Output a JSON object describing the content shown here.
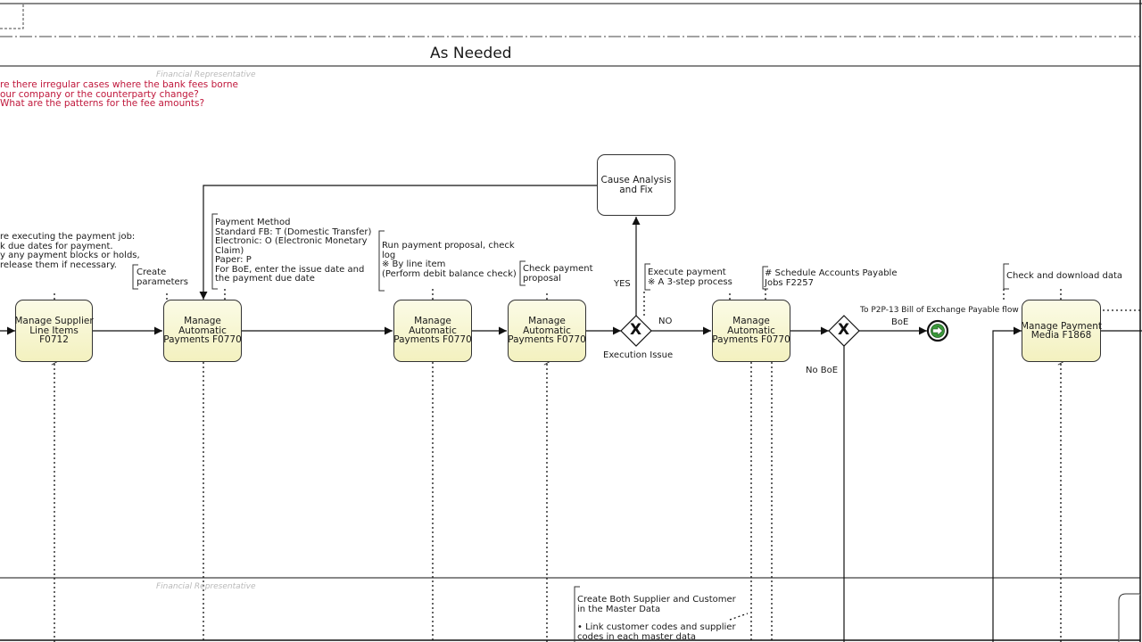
{
  "header": {
    "title": "As Needed"
  },
  "lanes": {
    "top_label": "Financial Representative",
    "bottom_label": "Financial Representative"
  },
  "question_note": "re there irregular cases where the bank fees borne\nour company or the counterparty change?\nWhat are the patterns for the fee amounts?",
  "tasks": {
    "t1": "Manage Supplier\nLine Items\nF0712",
    "t2": "Manage\nAutomatic\nPayments F0770",
    "t3": "Manage\nAutomatic\nPayments F0770",
    "t4": "Manage\nAutomatic\nPayments F0770",
    "t5": "Manage\nAutomatic\nPayments F0770",
    "t6": "Manage Payment\nMedia F1868",
    "cause": "Cause Analysis\nand Fix"
  },
  "annotations": {
    "a1": "re executing the payment job:\nk due dates for payment.\ny any payment blocks or holds,\nrelease them if necessary.",
    "a2": "Create\nparameters",
    "a3": "Payment Method\nStandard FB: T (Domestic Transfer)\nElectronic: O (Electronic Monetary\nClaim)\nPaper: P\nFor BoE, enter the issue date and\nthe payment due date",
    "a4": "Run payment proposal, check\nlog\n※ By line item\n(Perform debit balance check)",
    "a5": "Check payment\nproposal",
    "a6": "Execute payment\n※ A 3-step process",
    "a7": "# Schedule Accounts Payable\nJobs F2257",
    "a8": "Check and download data",
    "a9": "Create Both Supplier and Customer\nin the Master Data",
    "a10": "• Link customer codes and supplier\ncodes in each master data"
  },
  "flow_labels": {
    "yes": "YES",
    "no": "NO",
    "execution_issue": "Execution Issue",
    "boe_to": "To P2P-13 Bill of Exchange Payable flow",
    "boe": "BoE",
    "no_boe": "No BoE"
  },
  "gateway_marker": "X",
  "colors": {
    "task_fill": "#f5f3c7",
    "note_red": "#c0183c",
    "lane_label": "#b9b9b9",
    "end_event": "#3a9a3a"
  }
}
